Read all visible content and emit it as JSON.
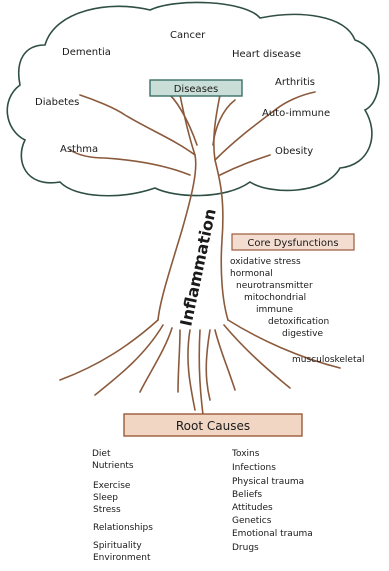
{
  "diseases_label": "Diseases",
  "diseases": [
    "Cancer",
    "Dementia",
    "Heart disease",
    "Arthritis",
    "Diabetes",
    "Auto-immune",
    "Asthma",
    "Obesity"
  ],
  "trunk_label": "Inflammation",
  "core_label": "Core Dysfunctions",
  "core_items": [
    "oxidative stress",
    "hormonal",
    "neurotransmitter",
    "mitochondrial",
    "immune",
    "detoxification",
    "digestive",
    "musculoskeletal"
  ],
  "roots_label": "Root Causes",
  "root_left": [
    "Diet",
    "Nutrients",
    "Exercise",
    "Sleep",
    "Stress",
    "Relationships",
    "Spirituality",
    "Environment"
  ],
  "root_right": [
    "Toxins",
    "Infections",
    "Physical trauma",
    "Beliefs",
    "Attitudes",
    "Genetics",
    "Emotional trauma",
    "Drugs"
  ],
  "colors": {
    "canopy_fill": "#ffffff",
    "canopy_stroke": "#2f4f43",
    "trunk": "#8b5a3c",
    "diseases_box_fill": "#c9ded6",
    "diseases_box_stroke": "#3b6f66",
    "core_box_fill": "#f3ddd0",
    "core_box_stroke": "#9b5a3a",
    "roots_box_fill": "#f0d6c3",
    "roots_box_stroke": "#9b5a3a"
  }
}
